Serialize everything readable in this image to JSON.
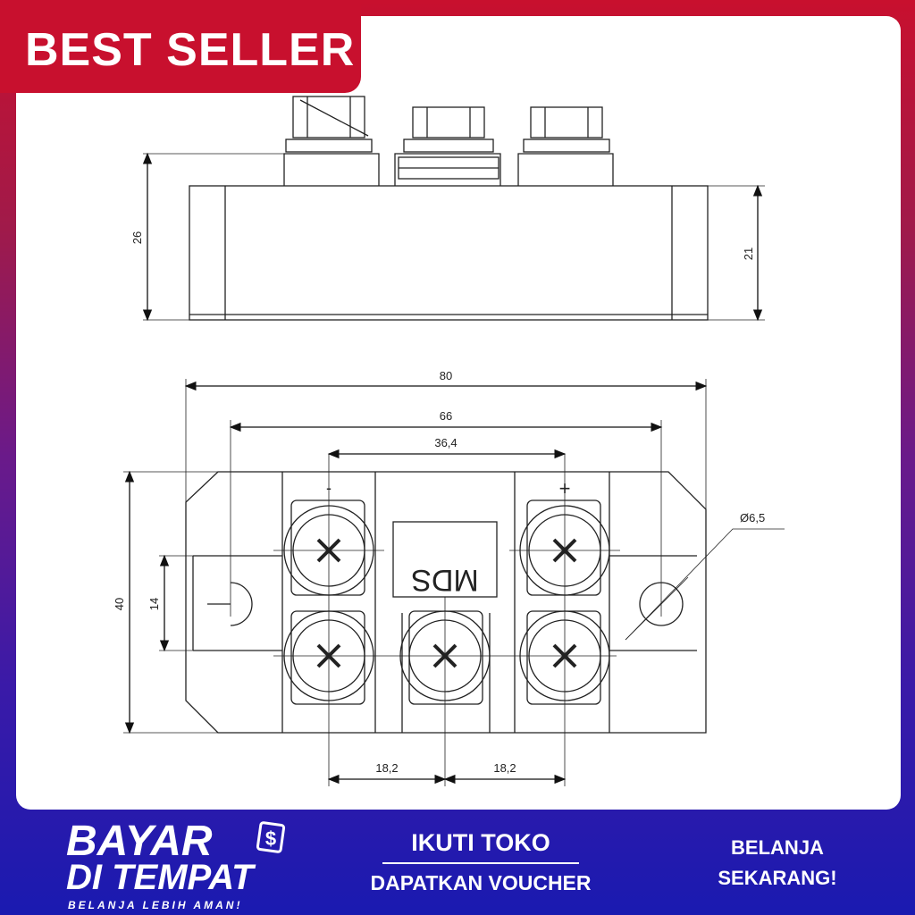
{
  "badge": {
    "label": "BEST SELLER"
  },
  "drawing": {
    "side_view": {
      "height_total": "26",
      "height_body": "21"
    },
    "top_view": {
      "width_total": "80",
      "width_mount": "66",
      "width_terminals": "36,4",
      "height_total": "40",
      "slot_height": "14",
      "hole_diameter": "Ø6,5",
      "pitch_left": "18,2",
      "pitch_right": "18,2",
      "label": "MDS",
      "plus_sign": "+",
      "minus_sign": "-"
    }
  },
  "footer": {
    "cod_line1": "BAYAR",
    "cod_line2": "DI TEMPAT",
    "cod_line3": "BELANJA LEBIH AMAN!",
    "follow_line1": "IKUTI TOKO",
    "follow_line2": "DAPATKAN VOUCHER",
    "shop_line1": "BELANJA",
    "shop_line2": "SEKARANG!"
  },
  "colors": {
    "accent_red": "#c8102e",
    "accent_blue": "#1a1ab0"
  },
  "icons": {
    "cod": "money-hand-icon"
  }
}
